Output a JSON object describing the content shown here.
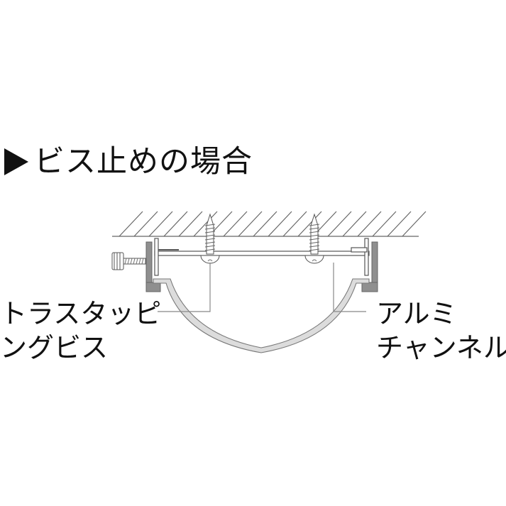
{
  "title": {
    "marker_icon": "right-pointing-triangle",
    "text": "ビス止めの場合"
  },
  "labels": {
    "left": {
      "line1": "トラスタッピ",
      "line2": "ングビス"
    },
    "right": {
      "line1": "アルミ",
      "line2": "チャンネル"
    }
  },
  "colors": {
    "line": "#555555",
    "channel_fill": "#8f8f8f",
    "cover_fill": "#dcdcdc",
    "text": "#111111"
  }
}
